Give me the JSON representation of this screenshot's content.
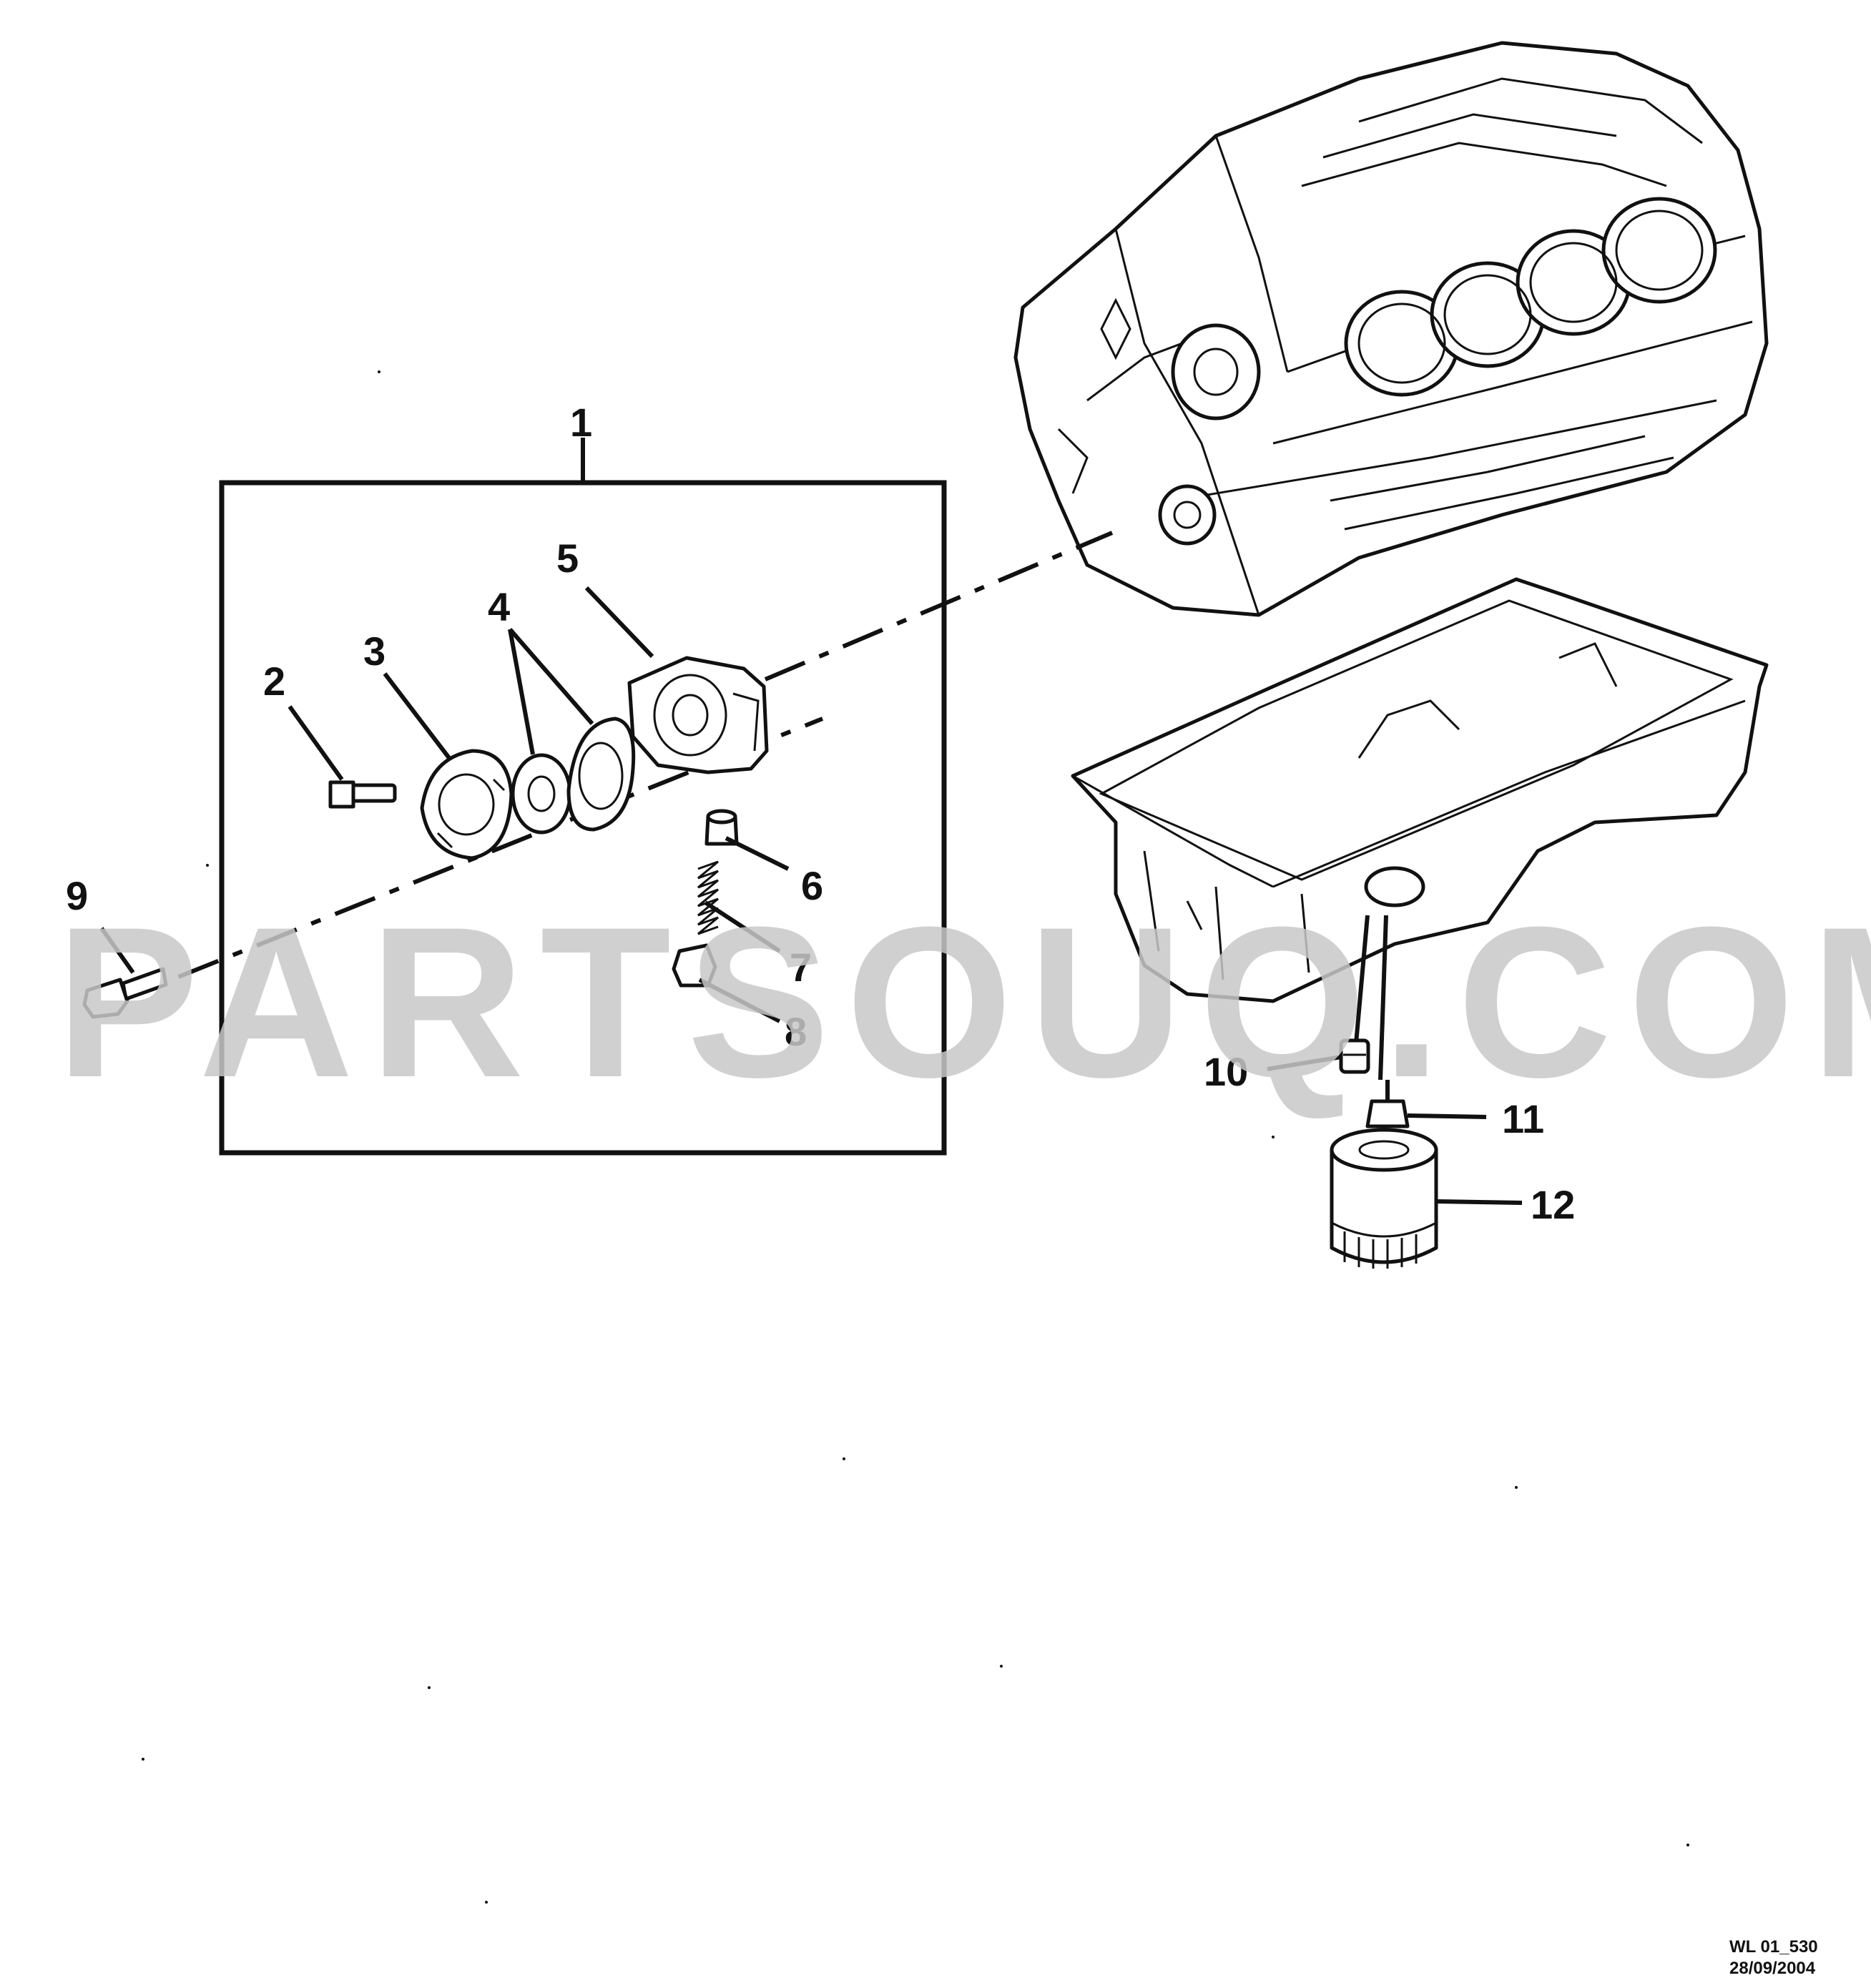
{
  "diagram": {
    "watermark": "PARTSOUQ.COM",
    "drawing_code": "WL 01_530",
    "drawing_date": "28/09/2004",
    "callouts": [
      {
        "id": "c1",
        "label": "1"
      },
      {
        "id": "c2",
        "label": "2"
      },
      {
        "id": "c3",
        "label": "3"
      },
      {
        "id": "c4",
        "label": "4"
      },
      {
        "id": "c5",
        "label": "5"
      },
      {
        "id": "c6",
        "label": "6"
      },
      {
        "id": "c7",
        "label": "7"
      },
      {
        "id": "c8",
        "label": "8"
      },
      {
        "id": "c9",
        "label": "9"
      },
      {
        "id": "c10",
        "label": "10"
      },
      {
        "id": "c11",
        "label": "11"
      },
      {
        "id": "c12",
        "label": "12"
      }
    ]
  }
}
